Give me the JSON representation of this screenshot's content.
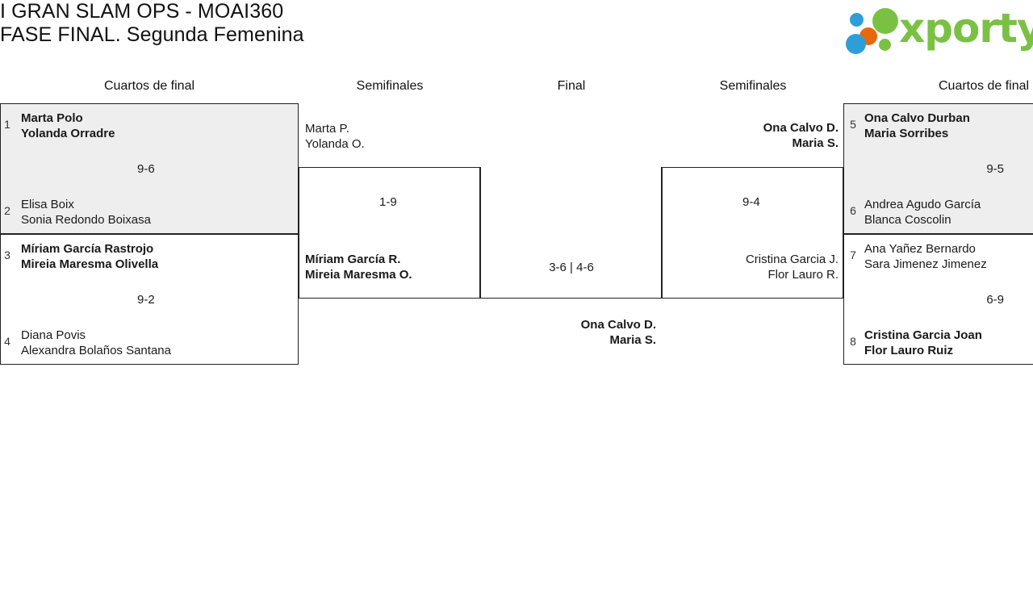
{
  "header": {
    "title_line1": "I GRAN SLAM OPS - MOAI360",
    "title_line2": "FASE FINAL. Segunda Femenina"
  },
  "brand": {
    "wordmark": "xporty",
    "colors": {
      "green": "#7ac143",
      "blue": "#2e9fd6",
      "orange": "#e8690b"
    }
  },
  "rounds": {
    "left_quarters": "Cuartos de final",
    "left_semis": "Semifinales",
    "final": "Final",
    "right_semis": "Semifinales",
    "right_quarters": "Cuartos de final"
  },
  "bracket": {
    "left_quarterfinals": [
      {
        "seed_top": "1",
        "top_player1": "Marta Polo",
        "top_player2": "Yolanda Orradre",
        "seed_bottom": "2",
        "bottom_player1": "Elisa Boix",
        "bottom_player2": "Sonia Redondo Boixasa",
        "score": "9-6",
        "winner": "top"
      },
      {
        "seed_top": "3",
        "top_player1": "Míriam García Rastrojo",
        "top_player2": "Mireia Maresma Olivella",
        "seed_bottom": "4",
        "bottom_player1": "Diana Povis",
        "bottom_player2": "Alexandra Bolaños Santana",
        "score": "9-2",
        "winner": "top"
      }
    ],
    "left_semifinal": {
      "top_player1": "Marta P.",
      "top_player2": "Yolanda O.",
      "bottom_player1": "Míriam García R.",
      "bottom_player2": "Mireia Maresma O.",
      "score": "1-9",
      "winner": "bottom"
    },
    "final": {
      "top_player1": "Míriam García R.",
      "top_player2": "Mireia Maresma O.",
      "bottom_player1": "Ona Calvo D.",
      "bottom_player2": "Maria S.",
      "score": "3-6 | 4-6",
      "winner": "bottom"
    },
    "right_semifinal": {
      "top_player1": "Ona Calvo D.",
      "top_player2": "Maria S.",
      "bottom_player1": "Cristina Garcia J.",
      "bottom_player2": "Flor Lauro R.",
      "score": "9-4",
      "winner": "top"
    },
    "right_quarterfinals": [
      {
        "seed_top": "5",
        "top_player1": "Ona Calvo Durban",
        "top_player2": "Maria Sorribes",
        "seed_bottom": "6",
        "bottom_player1": "Andrea Agudo García",
        "bottom_player2": "Blanca Coscolin",
        "score": "9-5",
        "winner": "top"
      },
      {
        "seed_top": "7",
        "top_player1": "Ana Yañez Bernardo",
        "top_player2": "Sara Jimenez Jimenez",
        "seed_bottom": "8",
        "bottom_player1": "Cristina Garcia Joan",
        "bottom_player2": "Flor Lauro Ruiz",
        "score": "6-9",
        "winner": "bottom"
      }
    ]
  }
}
